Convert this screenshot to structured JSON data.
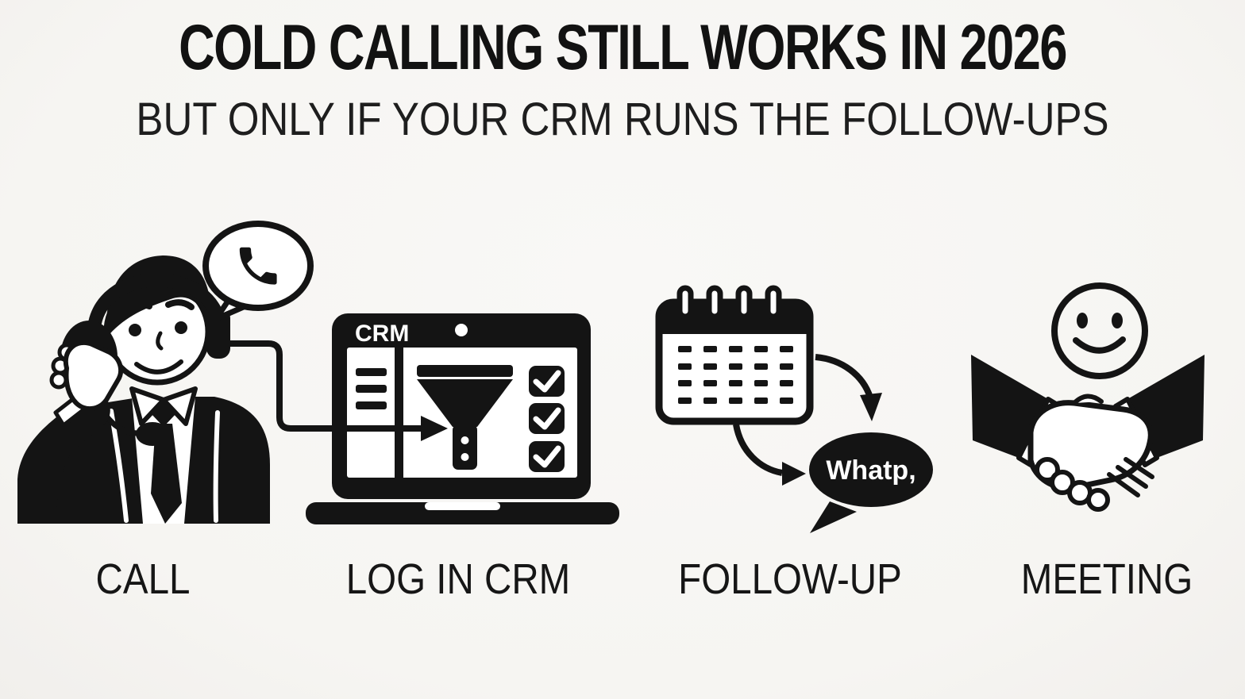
{
  "colors": {
    "ink": "#141414",
    "background": "#f6f5f2",
    "paper": "#ffffff"
  },
  "header": {
    "title": "COLD CALLING STILL WORKS IN 2026",
    "subtitle": "BUT ONLY IF YOUR CRM RUNS THE FOLLOW-UPS"
  },
  "steps": [
    {
      "label": "CALL",
      "icon": "call-agent-headset-icon"
    },
    {
      "label": "LOG IN CRM",
      "icon": "laptop-crm-funnel-checklist-icon",
      "screen_title": "CRM"
    },
    {
      "label": "FOLLOW-UP",
      "icon": "calendar-reminder-icon",
      "bubble_text": "Whatp,"
    },
    {
      "label": "MEETING",
      "icon": "handshake-smiley-icon"
    }
  ]
}
